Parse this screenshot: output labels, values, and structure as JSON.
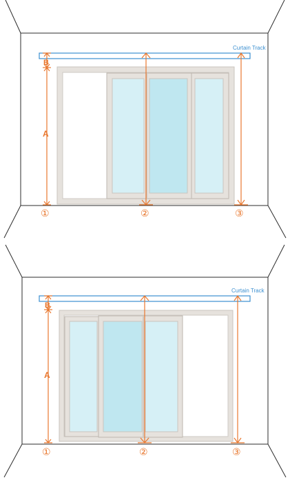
{
  "colors": {
    "wall_line": "#2b2b2b",
    "track": "#3b8fd0",
    "measure": "#e8772e",
    "frame_outer": "#e6e2dd",
    "frame_edge": "#c9c4be",
    "glass": "#d6f0f6",
    "glass_dark": "#bfe7f0",
    "label_text": "#e8772e",
    "track_text": "#3b8fd0"
  },
  "panels": [
    {
      "track_label": "Curtain Track",
      "label_a": "A",
      "label_b": "B",
      "marker_1": "①",
      "marker_2": "②",
      "marker_3": "③"
    },
    {
      "track_label": "Curtain Track",
      "label_a": "A",
      "label_b": "B",
      "marker_1": "①",
      "marker_2": "②",
      "marker_3": "③"
    }
  ]
}
